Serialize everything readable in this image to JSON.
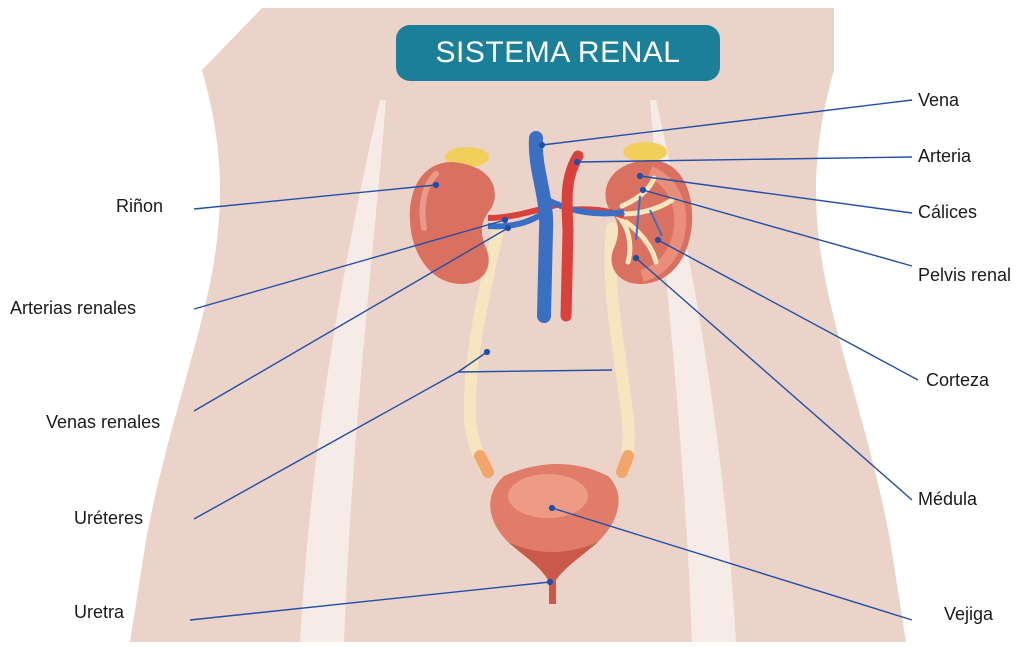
{
  "title": "SISTEMA RENAL",
  "colors": {
    "skin": "#ecd3c9",
    "title_bg": "#1b7f9a",
    "leader_line": "#1f4fa8",
    "vein": "#3a6fc4",
    "artery": "#d9423b",
    "kidney": "#d97060",
    "adrenal": "#f2cf5b",
    "ureter": "#f5e6c0",
    "bladder": "#e07c68"
  },
  "labels": {
    "rinon": "Riñon",
    "arterias_renales": "Arterias renales",
    "venas_renales": "Venas renales",
    "ureteres": "Uréteres",
    "uretra": "Uretra",
    "vena": "Vena",
    "arteria": "Arteria",
    "calices": "Cálices",
    "pelvis_renal": "Pelvis renal",
    "corteza": "Corteza",
    "medula": "Médula",
    "vejiga": "Vejiga"
  }
}
